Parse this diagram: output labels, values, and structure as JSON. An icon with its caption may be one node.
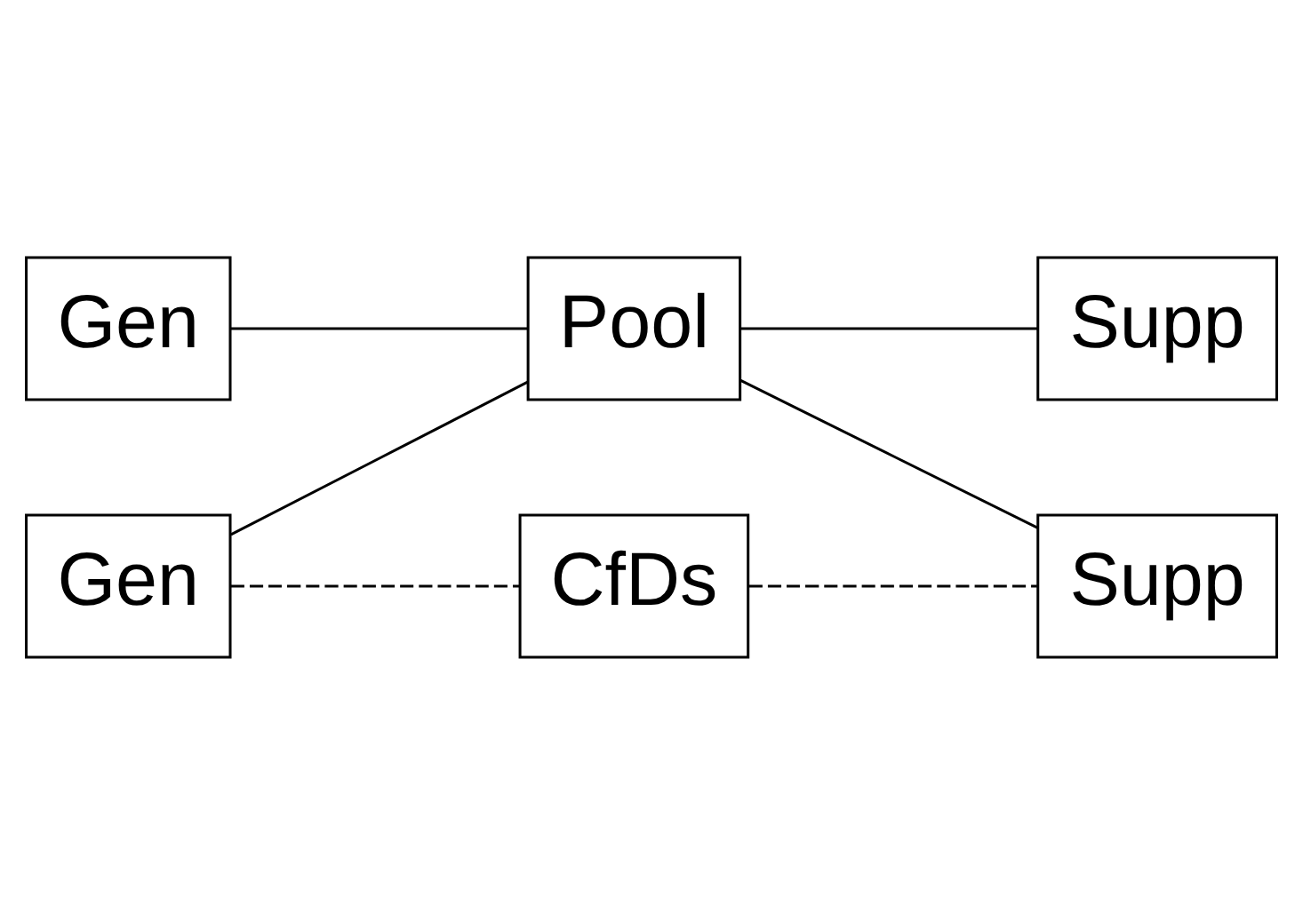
{
  "diagram": {
    "nodes": [
      {
        "text": [
          "Gen"
        ]
      },
      {
        "text": [
          "Supp"
        ]
      },
      {
        "text": [
          "Gen"
        ]
      },
      {
        "text": [
          "Pool"
        ]
      },
      {
        "text": [
          "Supp"
        ]
      },
      {
        "text": [
          "CfDs"
        ]
      }
    ],
    "edges": [
      {
        "from": 0,
        "to": 3,
        "arrow": "none"
      },
      {
        "from": 3,
        "to": 1,
        "arrow": "none"
      },
      {
        "from": 2,
        "to": 3,
        "arrow": "none"
      },
      {
        "from": 3,
        "to": 4,
        "arrow": "none"
      },
      {
        "from": 2,
        "to": 5,
        "arrow": "none",
        "style": "dashed"
      },
      {
        "from": 5,
        "to": 4,
        "arrow": "none",
        "style": "dashed"
      }
    ]
  }
}
